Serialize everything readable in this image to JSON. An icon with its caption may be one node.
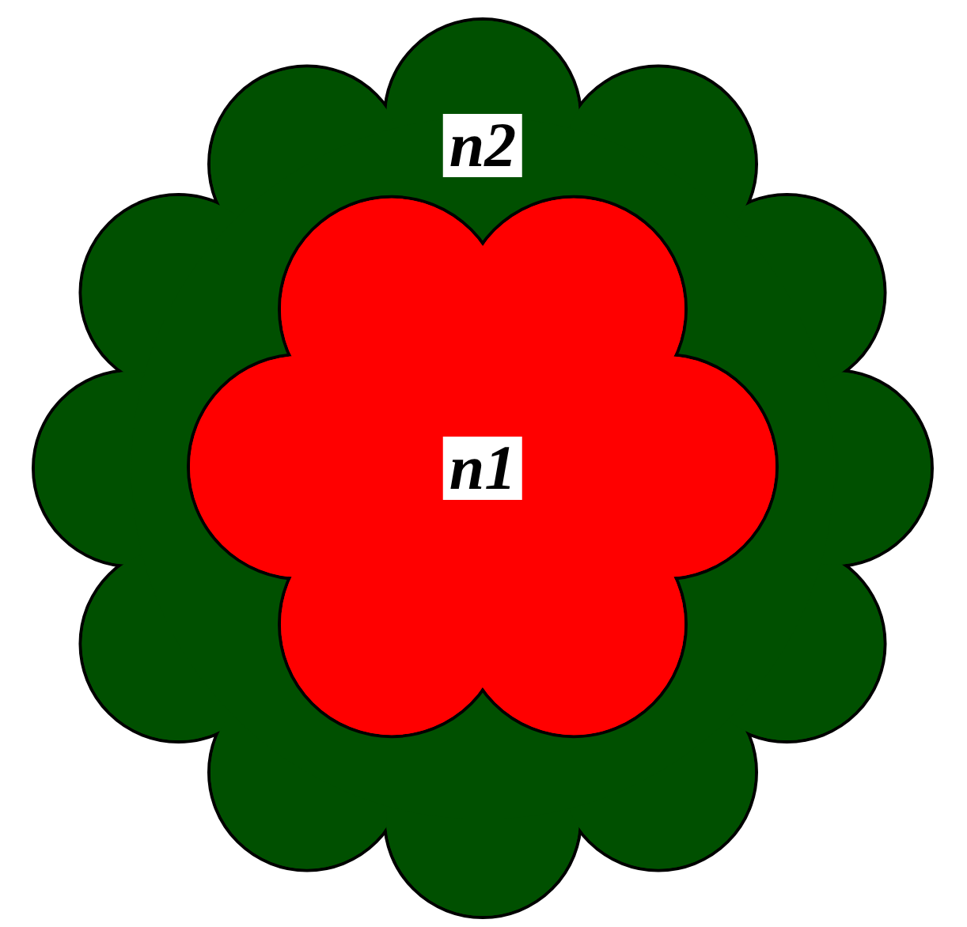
{
  "diagram": {
    "nodes": [
      {
        "text": [
          "n2"
        ]
      },
      {
        "text": [
          "n1"
        ],
        "in": 0
      }
    ]
  }
}
